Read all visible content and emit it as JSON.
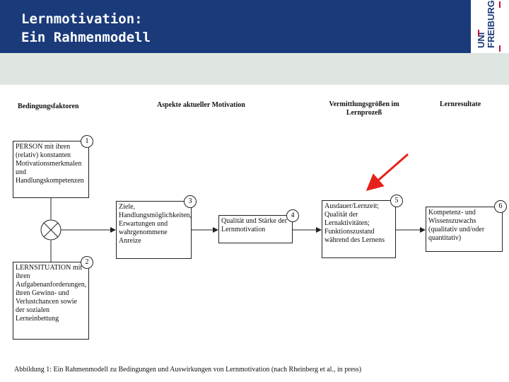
{
  "header": {
    "title_line1": "Lernmotivation:",
    "title_line2": "Ein Rahmenmodell",
    "logo_line1": "UNI",
    "logo_line2": "FREIBURG",
    "bg_color": "#1a3a7a",
    "accent_color": "#c8102e"
  },
  "diagram": {
    "columns": [
      "Bedingungsfaktoren",
      "Aspekte aktueller Motivation",
      "Vermittlungsgrößen im Lernprozeß",
      "Lernresultate"
    ],
    "boxes": {
      "person": "PERSON mit ihren (relativ) konstanten Motivationsmerkmalen und Handlungskompetenzen",
      "situation": "LERNSITUATION mit ihren Aufgabenanforderungen, ihren Gewinn- und Verlustchancen sowie der sozialen Lerneinbettung",
      "ziele": "Ziele, Handlungsmöglichkeiten, Erwartungen und wahrgenommene Anreize",
      "qualitaet": "Qualität und Stärke der Lernmotivation",
      "ausdauer": "Ausdauer/Lernzeit; Qualität der Lernaktivitäten; Funktionszustand während des Lernens",
      "kompetenz": "Kompetenz- und Wissenszuwachs (qualitativ und/oder quantitativ)"
    },
    "numbers": [
      "1",
      "2",
      "3",
      "4",
      "5",
      "6"
    ],
    "arrow_highlight_color": "#e8201a"
  },
  "caption": "Abbildung 1: Ein Rahmenmodell zu Bedingungen und Auswirkungen von Lernmotivation (nach Rheinberg et al., in press)"
}
